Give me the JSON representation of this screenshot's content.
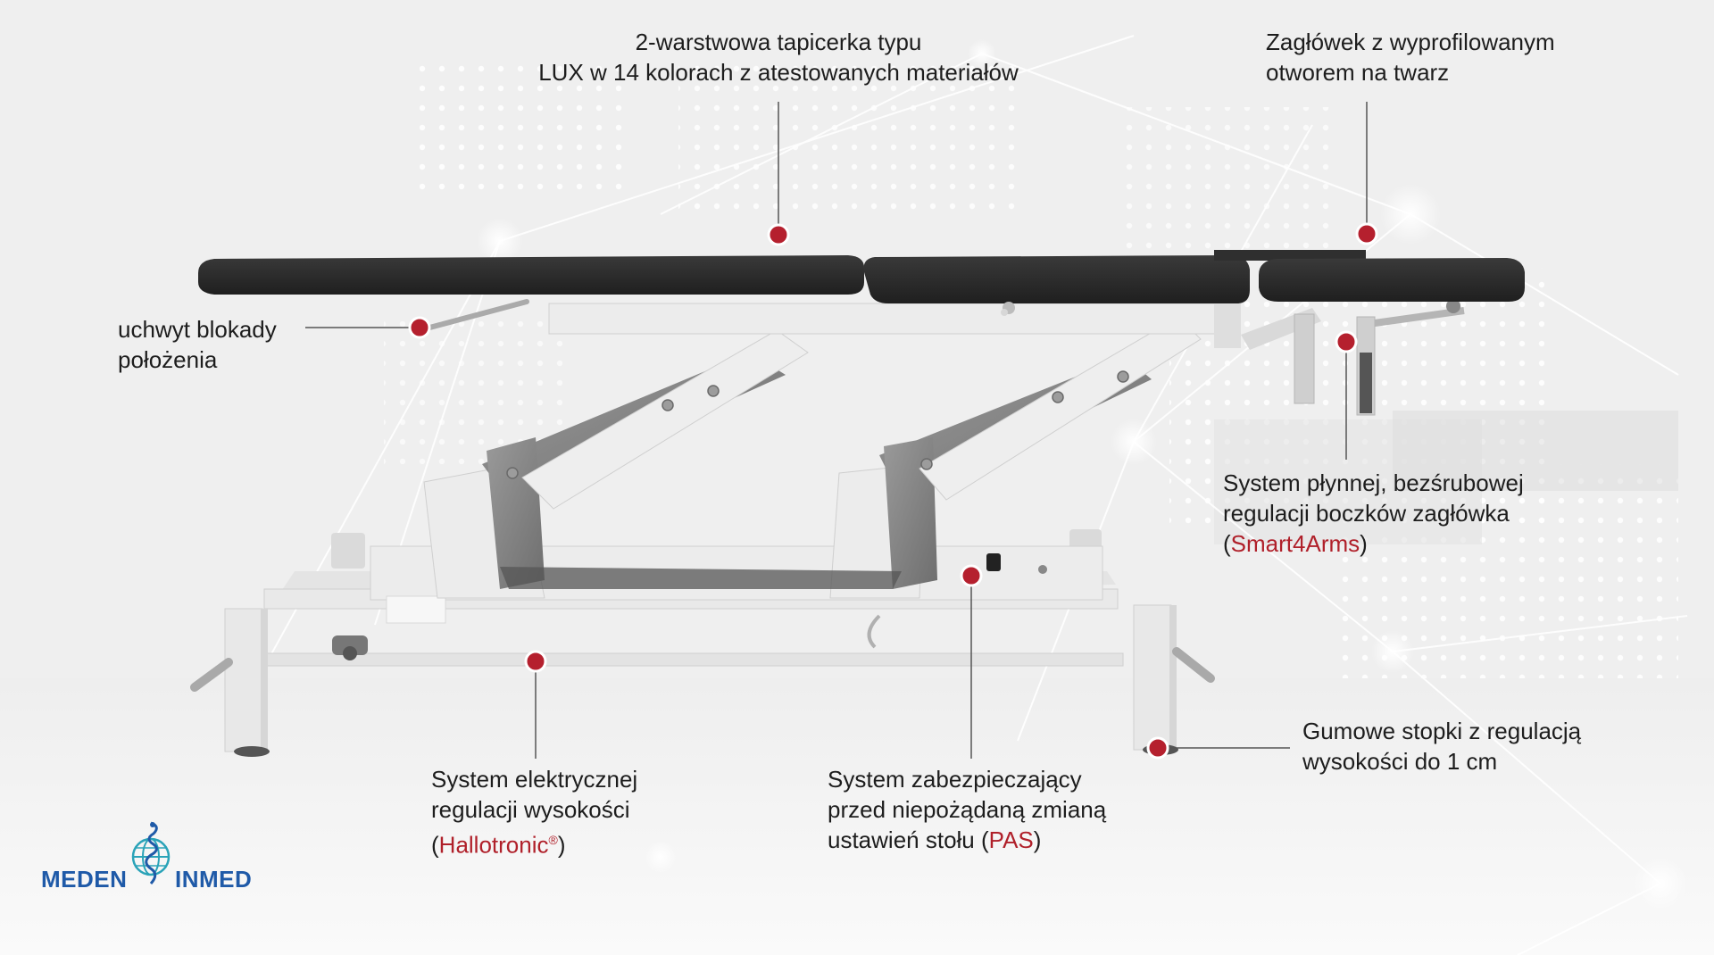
{
  "callouts": {
    "upholstery": {
      "line1": "2-warstwowa tapicerka typu",
      "line2": "LUX w 14 kolorach z atestowanych materiałów"
    },
    "headrest": {
      "line1": "Zagłówek z wyprofilowanym",
      "line2": "otworem na twarz"
    },
    "lock_handle": {
      "line1": "uchwyt blokady",
      "line2": "położenia"
    },
    "side_arms": {
      "line1": "System płynnej, bezśrubowej",
      "line2": "regulacji boczków zagłówka",
      "open": "(",
      "brand": "Smart4Arms",
      "close": ")"
    },
    "feet": {
      "line1": "Gumowe stopki z regulacją",
      "line2": "wysokości do 1 cm"
    },
    "electric": {
      "line1": "System elektrycznej",
      "line2": "regulacji wysokości",
      "open": "(",
      "brand": "Hallotronic",
      "reg": "®",
      "close": ")"
    },
    "safety": {
      "line1": "System zabezpieczający",
      "line2": "przed niepożądaną zmianą",
      "line3": "ustawień stołu (",
      "brand": "PAS",
      "close": ")"
    }
  },
  "logo": {
    "left": "MEDEN",
    "right": "INMED"
  },
  "colors": {
    "accent": "#b0202a",
    "dot": "#b5202e",
    "upholstery": "#2e2e2e",
    "frame": "#e6e6e6",
    "arm": "#8a8a8a",
    "logo": "#1f5aa8"
  }
}
